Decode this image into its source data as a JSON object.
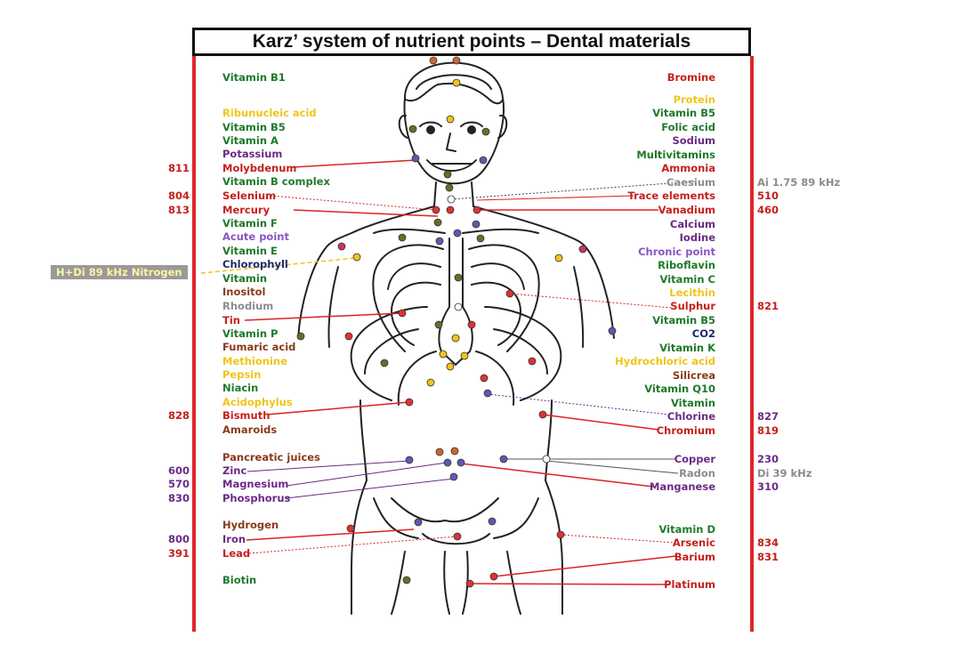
{
  "title": "Karz’ system of nutrient points  –  Dental materials",
  "colors": {
    "green": "#1f7a2b",
    "red": "#c4201c",
    "purple": "#6b2a86",
    "yellow": "#f0c419",
    "brown": "#8a3a1a",
    "gray": "#8c8c8c",
    "navy": "#1b2a6b",
    "violet": "#8a56c2",
    "border": "#e0242b"
  },
  "left_labels": [
    {
      "text": "Vitamin B1",
      "color": "green"
    },
    {
      "text": "Ribunucleic acid",
      "color": "yellow"
    },
    {
      "text": "Vitamin B5",
      "color": "green"
    },
    {
      "text": "Vitamin A",
      "color": "green"
    },
    {
      "text": "Potassium",
      "color": "purple"
    },
    {
      "text": "Molybdenum",
      "color": "red"
    },
    {
      "text": "Vitamin B complex",
      "color": "green"
    },
    {
      "text": "Selenium",
      "color": "red"
    },
    {
      "text": "Mercury",
      "color": "red"
    },
    {
      "text": "Vitamin F",
      "color": "green"
    },
    {
      "text": "Acute point",
      "color": "violet"
    },
    {
      "text": "Vitamin E",
      "color": "green"
    },
    {
      "text": "Chlorophyll",
      "color": "navy"
    },
    {
      "text": "Vitamin",
      "color": "green"
    },
    {
      "text": "Inositol",
      "color": "brown"
    },
    {
      "text": "Rhodium",
      "color": "gray"
    },
    {
      "text": "Tin",
      "color": "red"
    },
    {
      "text": "Vitamin P",
      "color": "green"
    },
    {
      "text": "Fumaric acid",
      "color": "brown"
    },
    {
      "text": "Methionine",
      "color": "yellow"
    },
    {
      "text": "Pepsin",
      "color": "yellow"
    },
    {
      "text": "Niacin",
      "color": "green"
    },
    {
      "text": "Acidophylus",
      "color": "yellow"
    },
    {
      "text": "Bismuth",
      "color": "red"
    },
    {
      "text": "Amaroids",
      "color": "brown"
    },
    {
      "text": "Pancreatic juices",
      "color": "brown"
    },
    {
      "text": "Zinc",
      "color": "purple"
    },
    {
      "text": "Magnesium",
      "color": "purple"
    },
    {
      "text": "Phosphorus",
      "color": "purple"
    },
    {
      "text": "Hydrogen",
      "color": "brown"
    },
    {
      "text": "Iron",
      "color": "purple"
    },
    {
      "text": "Lead",
      "color": "red"
    },
    {
      "text": "Biotin",
      "color": "green"
    }
  ],
  "right_labels": [
    {
      "text": "Bromine",
      "color": "red"
    },
    {
      "text": "Protein",
      "color": "yellow"
    },
    {
      "text": "Vitamin B5",
      "color": "green"
    },
    {
      "text": "Folic acid",
      "color": "green"
    },
    {
      "text": "Sodium",
      "color": "purple"
    },
    {
      "text": "Multivitamins",
      "color": "green"
    },
    {
      "text": "Ammonia",
      "color": "red"
    },
    {
      "text": "Caesium",
      "color": "gray"
    },
    {
      "text": "Trace elements",
      "color": "red"
    },
    {
      "text": "Vanadium",
      "color": "red"
    },
    {
      "text": "Calcium",
      "color": "purple"
    },
    {
      "text": "Iodine",
      "color": "purple"
    },
    {
      "text": "Chronic point",
      "color": "violet"
    },
    {
      "text": "Riboflavin",
      "color": "green"
    },
    {
      "text": "Vitamin C",
      "color": "green"
    },
    {
      "text": "Lecithin",
      "color": "yellow"
    },
    {
      "text": "Sulphur",
      "color": "red"
    },
    {
      "text": "Vitamin B5",
      "color": "green"
    },
    {
      "text": "CO2",
      "color": "navy"
    },
    {
      "text": "Vitamin K",
      "color": "green"
    },
    {
      "text": "Hydrochloric acid",
      "color": "yellow"
    },
    {
      "text": "Silicrea",
      "color": "brown"
    },
    {
      "text": "Vitamin Q10",
      "color": "green"
    },
    {
      "text": "Vitamin",
      "color": "green"
    },
    {
      "text": "Chlorine",
      "color": "purple"
    },
    {
      "text": "Chromium",
      "color": "red"
    },
    {
      "text": "Copper",
      "color": "purple"
    },
    {
      "text": "Radon",
      "color": "gray"
    },
    {
      "text": "Manganese",
      "color": "purple"
    },
    {
      "text": "Vitamin D",
      "color": "green"
    },
    {
      "text": "Arsenic",
      "color": "red"
    },
    {
      "text": "Barium",
      "color": "red"
    },
    {
      "text": "Platinum",
      "color": "red"
    }
  ],
  "left_codes": [
    {
      "text": "811",
      "color": "red"
    },
    {
      "text": "804",
      "color": "red"
    },
    {
      "text": "813",
      "color": "red"
    },
    {
      "text": "828",
      "color": "red"
    },
    {
      "text": "600",
      "color": "purple"
    },
    {
      "text": "570",
      "color": "purple"
    },
    {
      "text": "830",
      "color": "purple"
    },
    {
      "text": "800",
      "color": "purple"
    },
    {
      "text": "391",
      "color": "red"
    }
  ],
  "right_codes": [
    {
      "text": "Ai 1.75  89 kHz",
      "color": "gray"
    },
    {
      "text": "510",
      "color": "red"
    },
    {
      "text": "460",
      "color": "red"
    },
    {
      "text": "821",
      "color": "red"
    },
    {
      "text": "827",
      "color": "purple"
    },
    {
      "text": "819",
      "color": "red"
    },
    {
      "text": "230",
      "color": "purple"
    },
    {
      "text": "Di  39 kHz",
      "color": "gray"
    },
    {
      "text": "310",
      "color": "purple"
    },
    {
      "text": "834",
      "color": "red"
    },
    {
      "text": "831",
      "color": "red"
    }
  ],
  "callout_left": "H+Di  89 kHz  Nitrogen"
}
